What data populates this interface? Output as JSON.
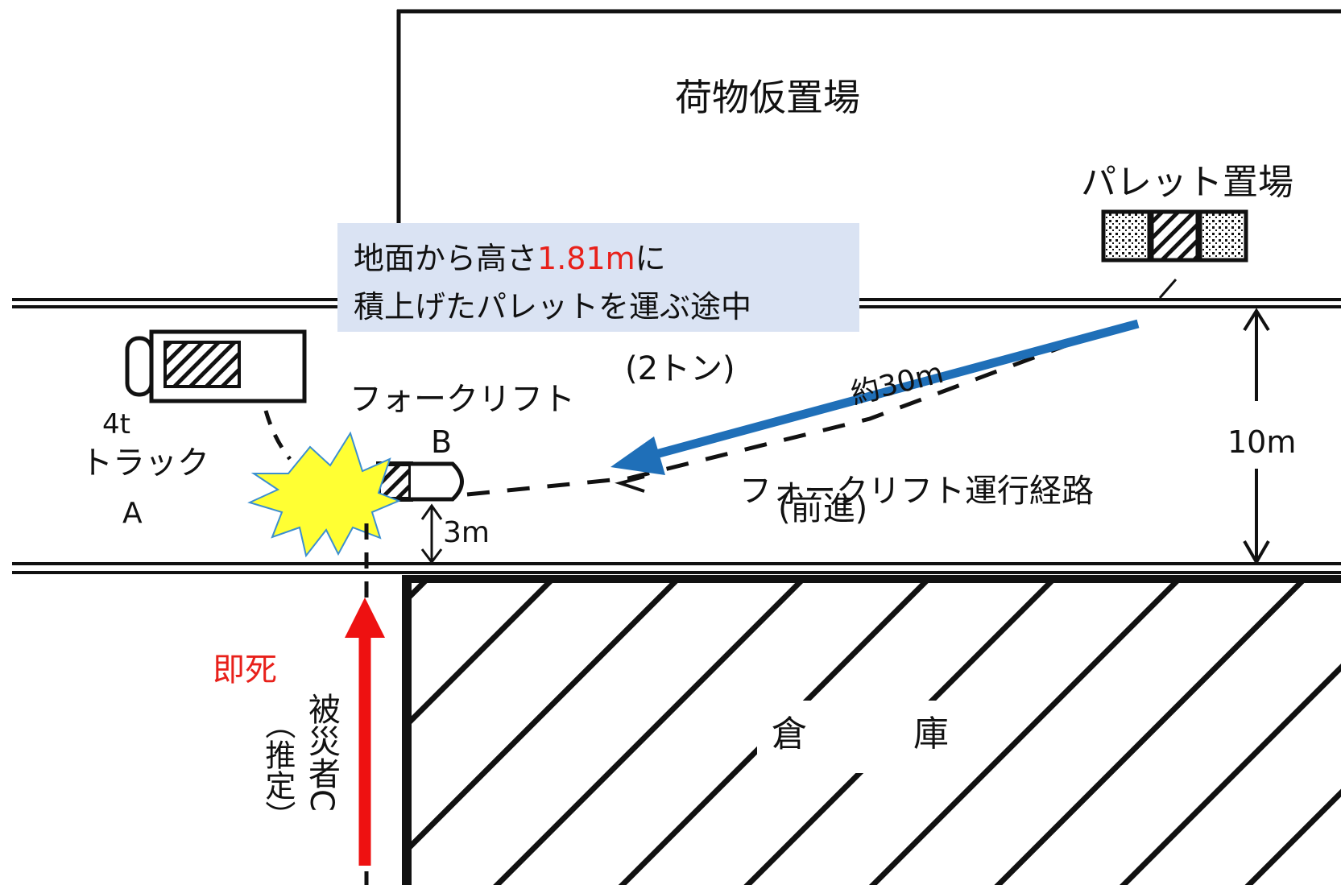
{
  "areas": {
    "storage": "荷物仮置場",
    "pallet_area": "パレット置場",
    "warehouse": "倉　　　庫",
    "route": "フォークリフト運行経路"
  },
  "callout": {
    "prefix": "地面から高さ",
    "height": "1.81m",
    "suffix": "に",
    "line2": "積上げたパレットを運ぶ途中"
  },
  "truck": {
    "line1": "4t",
    "line2": "トラック",
    "line3": "A"
  },
  "forklift": {
    "name": "フォークリフト",
    "id": "B",
    "weight": "(2トン)",
    "direction": "(前進)"
  },
  "victim": {
    "label": "被災者C",
    "note": "（推定）",
    "outcome": "即死"
  },
  "dimensions": {
    "road_width": "10m",
    "gap": "3m",
    "distance": "約30m"
  },
  "colors": {
    "arrow_blue": "#1f6fb8",
    "arrow_red": "#ee1111",
    "highlight_red": "#e8201a",
    "callout_bg": "#dae3f3",
    "burst_fill": "#ffff33"
  }
}
